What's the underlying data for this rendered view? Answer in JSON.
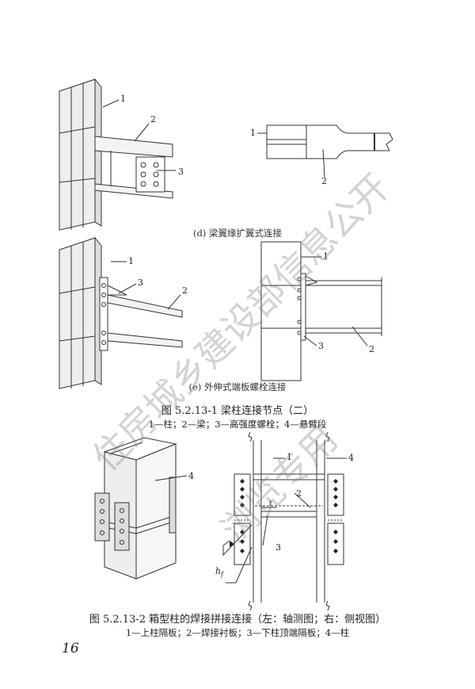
{
  "figures": {
    "d_caption": "(d) 梁翼缘扩翼式连接",
    "e_caption": "(e) 外伸式端板螺栓连接",
    "fig1_title": "图 5.2.13-1   梁柱连接节点（二）",
    "fig1_legend": "1—柱；2—梁；3—高强度螺栓；4—悬臂段",
    "fig2_title": "图 5.2.13-2   箱型柱的焊接拼接连接（左：轴测图；右：侧视图）",
    "fig2_legend": "1—上柱隔板；2—焊接衬板；3—下柱顶端隔板；4—柱"
  },
  "callouts": {
    "n1": "1",
    "n2": "2",
    "n3": "3",
    "n4": "4",
    "h_label": "h",
    "h_sub": "f"
  },
  "page_number": "16",
  "watermark": {
    "line1": "住房城乡建设部信息公开",
    "line2": "浏览专用"
  }
}
